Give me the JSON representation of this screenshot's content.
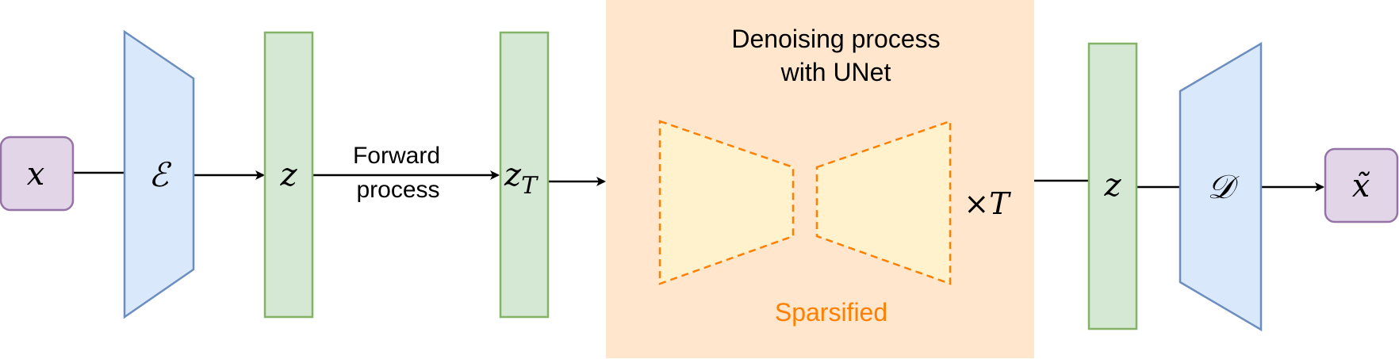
{
  "input": {
    "label": "x"
  },
  "encoder": {
    "label": "ℰ"
  },
  "latent_in": {
    "label": "z"
  },
  "forward_edge": {
    "line1": "Forward",
    "line2": "process"
  },
  "latent_noised": {
    "label": "z",
    "subscript": "T"
  },
  "denoise_block": {
    "title_line1": "Denoising process",
    "title_line2": "with UNet",
    "repeat_label": "×T",
    "sparsified_label": "Sparsified"
  },
  "latent_out": {
    "label": "z"
  },
  "decoder": {
    "label": "𝒟"
  },
  "output": {
    "label": "x̃"
  },
  "colors": {
    "purple_fill": "#e1d5e7",
    "purple_stroke": "#9673a6",
    "blue_fill": "#dae8fc",
    "blue_stroke": "#6c8ebf",
    "green_fill": "#d5e8d4",
    "green_stroke": "#82b366",
    "peach_fill": "#ffe6cc",
    "yellow_fill": "#fff2cc",
    "orange_stroke": "#ff8000"
  }
}
